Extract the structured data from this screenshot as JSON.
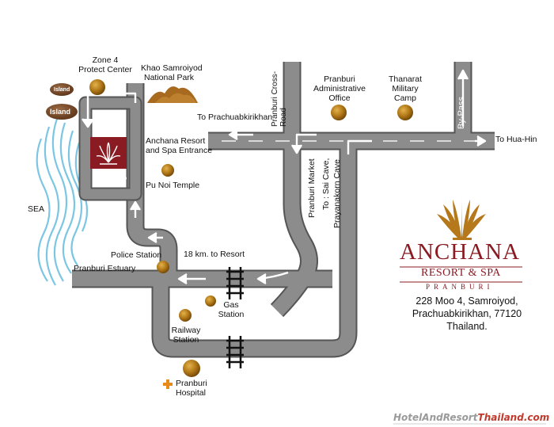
{
  "labels": {
    "zone4": [
      "Zone 4",
      "Protect Center"
    ],
    "khao": [
      "Khao Samroiyod",
      "National Park"
    ],
    "island_small": "Island",
    "island_big": "Island",
    "anchana_entrance": [
      "Anchana Resort",
      "and Spa Entrance"
    ],
    "pu_noi": "Pu Noi Temple",
    "sea": "SEA",
    "to_prachuab": "To Prachuabkirikhan",
    "pranburi_cross_road": "Pranburi Cross-Road",
    "pranburi_admin": [
      "Pranburi",
      "Administrative",
      "Office"
    ],
    "thanarat": [
      "Thanarat",
      "Military",
      "Camp"
    ],
    "by_pass": "By-Pass",
    "to_hua_hin": "To Hua-Hin",
    "pranburi_market": "Pranburi Market",
    "to_sai_cave_1": "To : Sai Cave,",
    "to_sai_cave_2": "Prayanakorn Cave",
    "police_station": "Police Station",
    "km_to_resort": "18 km. to Resort",
    "pranburi_estuary": "Pranburi Estuary",
    "gas_station": [
      "Gas",
      "Station"
    ],
    "railway_station": [
      "Railway",
      "Station"
    ],
    "pranburi_hospital": [
      "Pranburi",
      "Hospital"
    ]
  },
  "logo": {
    "name": "ANCHANA",
    "line2": "RESORT & SPA",
    "line3": "PRANBURI"
  },
  "address": [
    "228 Moo 4, Samroiyod,",
    "Prachuabkirikhan, 77120",
    "Thailand."
  ],
  "watermark": {
    "part1": "HotelAndResort",
    "part2": "Thailand.com"
  },
  "colors": {
    "road": "#8c8c8c",
    "road_edge": "#555555",
    "landmark": "#a8700f",
    "brand": "#8a1b22",
    "logo_gold": "#b5791c",
    "sea_wave": "#6ec0e0",
    "island": "#7a4a2a",
    "mountain": "#a86a1e",
    "hospital_cross": "#e88a1a"
  }
}
